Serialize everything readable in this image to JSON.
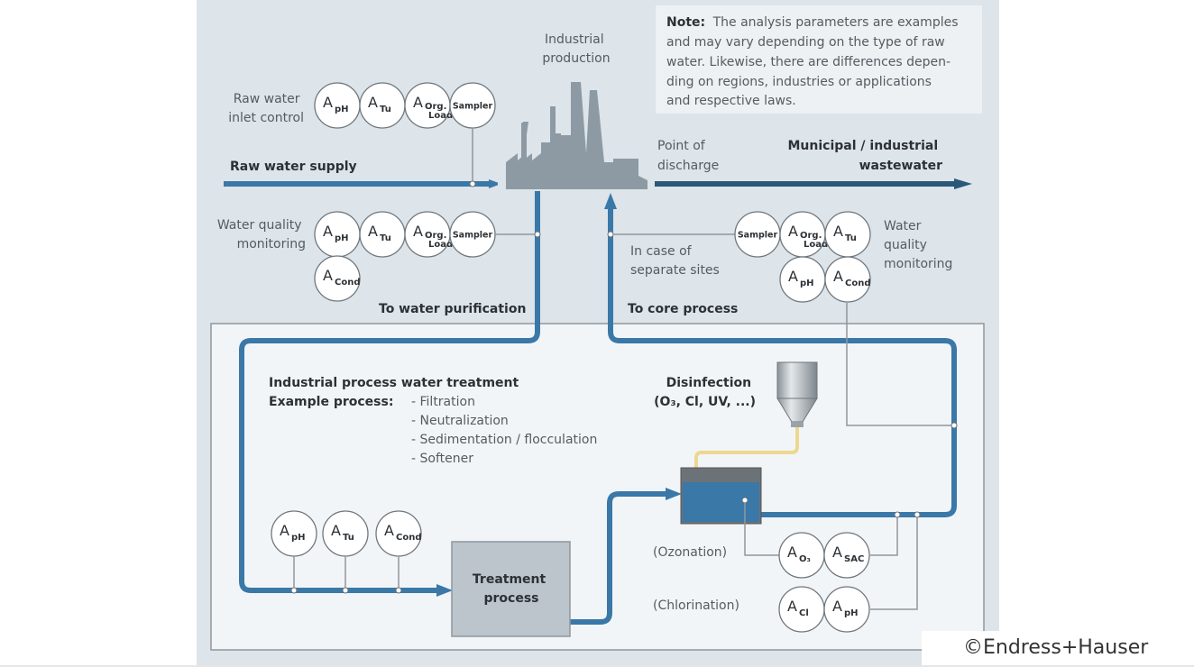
{
  "title": "Industrial process water treatment diagram",
  "colors": {
    "background": "#dde4ea",
    "inner_panel": "#f2f5f8",
    "pipe": "#3a78a8",
    "pipe_dark": "#2a5878",
    "factory": "#8d9aa4",
    "treatment_box": "#bcc5cc",
    "tank_water": "#3a78a8",
    "chemical_line": "#ecd890"
  },
  "note": {
    "label": "Note:",
    "lines": [
      "The analysis parameters are examples",
      "and may vary depending on the type of raw",
      "water. Likewise, there are differences depen-",
      "ding on regions, industries or applications",
      "and respective laws."
    ]
  },
  "labels": {
    "industrial_production": [
      "Industrial",
      "production"
    ],
    "raw_water_inlet_control": [
      "Raw water",
      "inlet control"
    ],
    "raw_water_supply": "Raw water supply",
    "point_of_discharge": [
      "Point of",
      "discharge"
    ],
    "municipal_wastewater": [
      "Municipal / industrial",
      "wastewater"
    ],
    "water_quality_monitoring_left": [
      "Water quality",
      "monitoring"
    ],
    "water_quality_monitoring_right": [
      "Water",
      "quality",
      "monitoring"
    ],
    "separate_sites": [
      "In case of",
      "separate sites"
    ],
    "to_water_purification": "To water purification",
    "to_core_process": "To core process",
    "process_title": "Industrial process water treatment",
    "example_process": "Example process:",
    "process_steps": [
      "- Filtration",
      "- Neutralization",
      "- Sedimentation / flocculation",
      "- Softener"
    ],
    "disinfection": [
      "Disinfection",
      "(O₃, Cl, UV, ...)"
    ],
    "treatment_process": [
      "Treatment",
      "process"
    ],
    "ozonation": "(Ozonation)",
    "chlorination": "(Chlorination)"
  },
  "sensors": {
    "inlet": [
      {
        "main": "A",
        "sub": "pH"
      },
      {
        "main": "A",
        "sub": "Tu"
      },
      {
        "main": "A",
        "sub": "Org.",
        "sub2": "Load"
      },
      {
        "main": "Sampler"
      }
    ],
    "monitoring_left": [
      {
        "main": "A",
        "sub": "pH"
      },
      {
        "main": "A",
        "sub": "Tu"
      },
      {
        "main": "A",
        "sub": "Org.",
        "sub2": "Load"
      },
      {
        "main": "Sampler"
      },
      {
        "main": "A",
        "sub": "Cond"
      }
    ],
    "monitoring_right": [
      {
        "main": "Sampler"
      },
      {
        "main": "A",
        "sub": "Org.",
        "sub2": "Load"
      },
      {
        "main": "A",
        "sub": "Tu"
      },
      {
        "main": "A",
        "sub": "pH"
      },
      {
        "main": "A",
        "sub": "Cond"
      }
    ],
    "process_line": [
      {
        "main": "A",
        "sub": "pH"
      },
      {
        "main": "A",
        "sub": "Tu"
      },
      {
        "main": "A",
        "sub": "Cond"
      }
    ],
    "ozonation": [
      {
        "main": "A",
        "sub": "O₃"
      },
      {
        "main": "A",
        "sub": "SAC"
      }
    ],
    "chlorination": [
      {
        "main": "A",
        "sub": "Cl"
      },
      {
        "main": "A",
        "sub": "pH"
      }
    ]
  },
  "copyright": "©Endress+Hauser"
}
